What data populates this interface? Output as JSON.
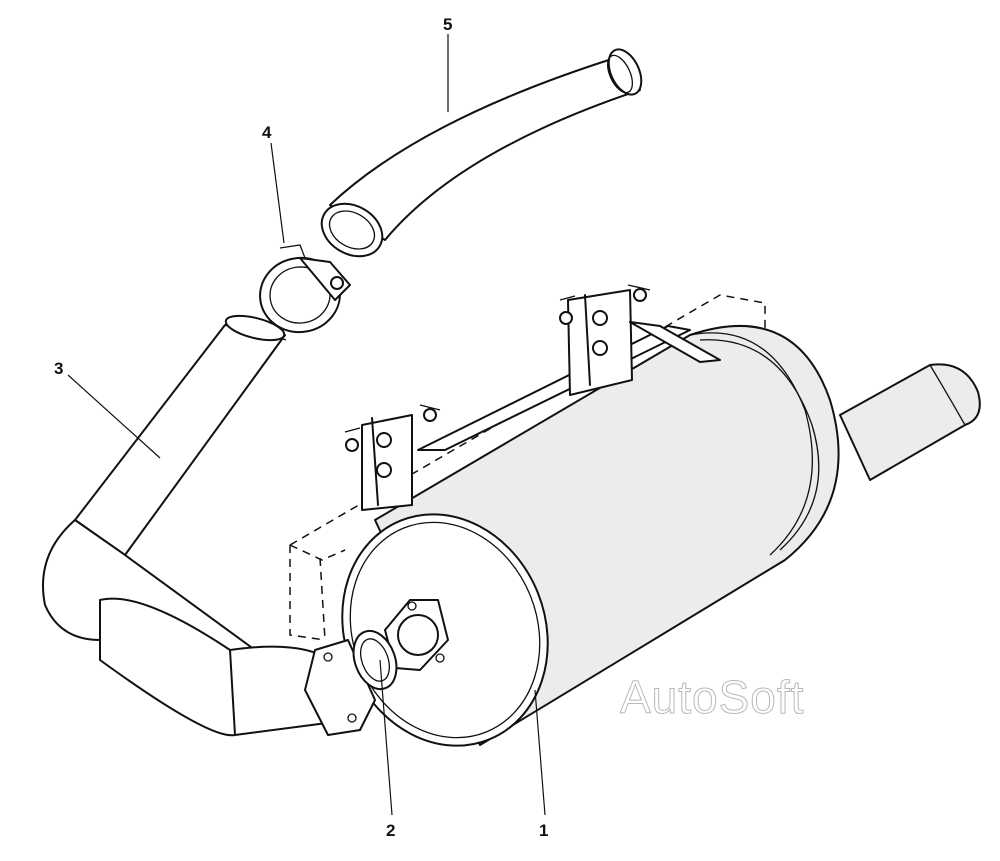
{
  "labels": {
    "muffler": "1",
    "gasket": "2",
    "front_pipe": "3",
    "clamp": "4",
    "rear_pipe": "5"
  },
  "watermark": "AutoSoft",
  "colors": {
    "line": "#111111",
    "shading": "#ececec",
    "watermark": "#b9b9b9",
    "background": "#ffffff"
  }
}
